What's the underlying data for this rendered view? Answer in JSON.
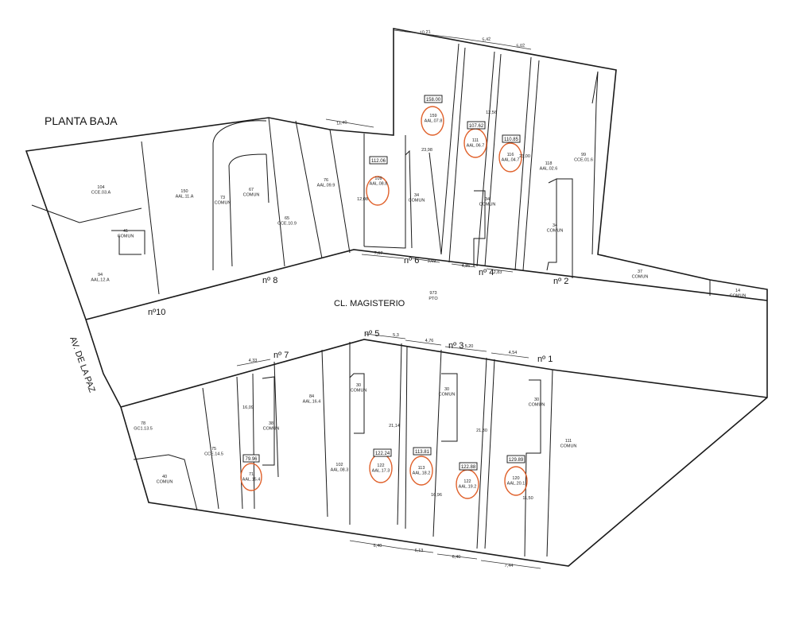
{
  "title": "PLANTA BAJA",
  "streets": {
    "main": "CL. MAGISTERIO",
    "avenue": "AV. DE LA PAZ"
  },
  "street_numbers": [
    "nº 8",
    "nº10",
    "nº 6",
    "nº 4",
    "nº 2",
    "nº 5",
    "nº 7",
    "nº 3",
    "nº 1"
  ],
  "street_area": {
    "value": "973",
    "code": "PTO"
  },
  "parcels": [
    {
      "value": "104",
      "code": "CCE.03.A"
    },
    {
      "value": "41",
      "code": "COMUN"
    },
    {
      "value": "94",
      "code": "AAL.12.A"
    },
    {
      "value": "150",
      "code": "AAL.11.A"
    },
    {
      "value": "73",
      "code": "COMUN"
    },
    {
      "value": "67",
      "code": "COMUN"
    },
    {
      "value": "65",
      "code": "CCE.10.9"
    },
    {
      "value": "76",
      "code": "AAL.09.9"
    },
    {
      "value": "109",
      "code": "AAL.08.8"
    },
    {
      "value": "34",
      "code": "COMUN"
    },
    {
      "value": "159",
      "code": "AAL.07.8"
    },
    {
      "value": "111",
      "code": "AAL.06.7"
    },
    {
      "value": "34",
      "code": "COMUN"
    },
    {
      "value": "116",
      "code": "AAL.04.7"
    },
    {
      "value": "118",
      "code": "AAL.02.6"
    },
    {
      "value": "99",
      "code": "CCE.01.6"
    },
    {
      "value": "34",
      "code": "COMUN"
    },
    {
      "value": "37",
      "code": "COMUN"
    },
    {
      "value": "14",
      "code": "COMUN"
    },
    {
      "value": "78",
      "code": "GC1.13.5"
    },
    {
      "value": "40",
      "code": "COMUN"
    },
    {
      "value": "75",
      "code": "CCE.14.5"
    },
    {
      "value": "71",
      "code": "AAL.15.4"
    },
    {
      "value": "38",
      "code": "COMUN"
    },
    {
      "value": "84",
      "code": "AAL.16.4"
    },
    {
      "value": "30",
      "code": "COMUN"
    },
    {
      "value": "102",
      "code": "AAL.08.3"
    },
    {
      "value": "122",
      "code": "AAL.17.3"
    },
    {
      "value": "113",
      "code": "AAL.18.2"
    },
    {
      "value": "30",
      "code": "COMUN"
    },
    {
      "value": "122",
      "code": "AAL.19.2"
    },
    {
      "value": "120",
      "code": "AAL.20.1"
    },
    {
      "value": "30",
      "code": "COMUN"
    },
    {
      "value": "111",
      "code": "COMUN"
    }
  ],
  "boxed_areas": [
    "112.06",
    "158.00",
    "107.62",
    "110.85",
    "79.96",
    "122.24",
    "113.81",
    "122.88",
    "129.89"
  ],
  "dimensions": [
    "10,21",
    "5,42",
    "5,02",
    "11,40",
    "12,08",
    "23,98",
    "12,56",
    "23,00",
    "7,67",
    "3,69",
    "4,85",
    "2,83",
    "4,33",
    "5,3",
    "4,76",
    "5,20",
    "4,54",
    "16,09",
    "21,14",
    "16,96",
    "21,30",
    "11,50",
    "6,40",
    "6,13",
    "6,40",
    "7,44"
  ]
}
